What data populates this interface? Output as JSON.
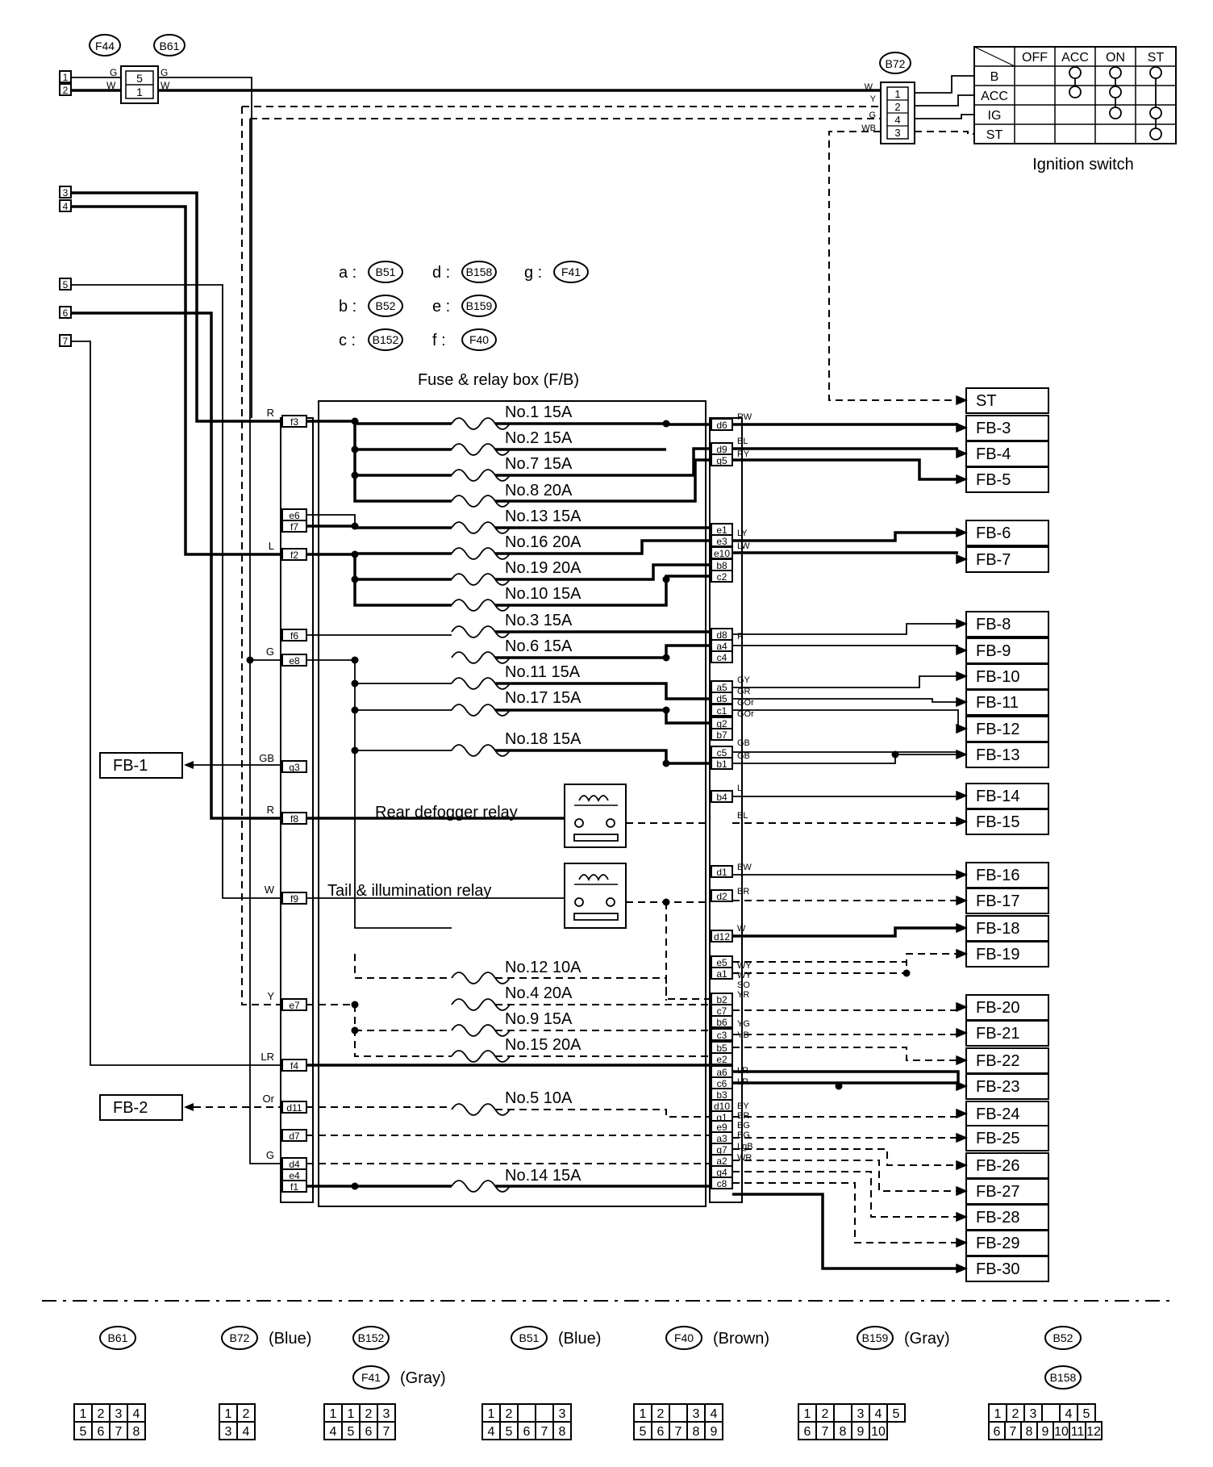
{
  "top_connectors": {
    "f44": "F44",
    "b61": "B61",
    "b72": "B72",
    "plug_pins": [
      "5",
      "1"
    ],
    "ig_pins": [
      "1",
      "2",
      "4",
      "3"
    ],
    "wires_left": [
      "G",
      "W"
    ],
    "wires_right": [
      "G",
      "W"
    ],
    "ig_wires": [
      "W",
      "Y",
      "G",
      "WB"
    ]
  },
  "left_terminals": [
    "1",
    "2",
    "3",
    "4",
    "5",
    "6",
    "7"
  ],
  "ignition_switch": {
    "title": "Ignition switch",
    "columns": [
      "OFF",
      "ACC",
      "ON",
      "ST"
    ],
    "rows": [
      "B",
      "ACC",
      "IG",
      "ST"
    ]
  },
  "legend": [
    {
      "key": "a :",
      "conn": "B51"
    },
    {
      "key": "b :",
      "conn": "B52"
    },
    {
      "key": "c :",
      "conn": "B152"
    },
    {
      "key": "d :",
      "conn": "B158"
    },
    {
      "key": "e :",
      "conn": "B159"
    },
    {
      "key": "f :",
      "conn": "F40"
    },
    {
      "key": "g :",
      "conn": "F41"
    }
  ],
  "fb_title": "Fuse & relay box (F/B)",
  "fuses": [
    "No.1 15A",
    "No.2 15A",
    "No.7 15A",
    "No.8 20A",
    "No.13 15A",
    "No.16 20A",
    "No.19 20A",
    "No.10 15A",
    "No.3 15A",
    "No.6 15A",
    "No.11 15A",
    "No.17 15A",
    "No.18 15A",
    "No.12 10A",
    "No.4 20A",
    "No.9 15A",
    "No.15 20A",
    "No.5 10A",
    "No.14 15A"
  ],
  "relays": [
    "Rear defogger relay",
    "Tail & illumination relay"
  ],
  "left_pins": [
    "f3",
    "e6",
    "f7",
    "f2",
    "f6",
    "e8",
    "g3",
    "f8",
    "f9",
    "e7",
    "f4",
    "d11",
    "d7",
    "d4",
    "e4",
    "f1"
  ],
  "left_wires": [
    "R",
    "L",
    "G",
    "GB",
    "R",
    "W",
    "Y",
    "LR",
    "Or",
    "G"
  ],
  "right_pins": [
    "d6",
    "d9",
    "g5",
    "e1",
    "e3",
    "e10",
    "b8",
    "c2",
    "d8",
    "a4",
    "c4",
    "a5",
    "d5",
    "c1",
    "g2",
    "b7",
    "c5",
    "b1",
    "b4",
    "d1",
    "d2",
    "d12",
    "e5",
    "a1",
    "b2",
    "c7",
    "b6",
    "c3",
    "b5",
    "e2",
    "a6",
    "c6",
    "b3",
    "d10",
    "g1",
    "e9",
    "a3",
    "g7",
    "a2",
    "g4",
    "c8"
  ],
  "right_wires": [
    "RW",
    "BL",
    "RY",
    "LY",
    "LW",
    "R",
    "GY",
    "GR",
    "GOr",
    "GOr",
    "GB",
    "GB",
    "L",
    "BL",
    "BW",
    "BR",
    "W",
    "WY",
    "WY",
    "SO",
    "YR",
    "YG",
    "YB",
    "LR",
    "LR",
    "BY",
    "BR",
    "BG",
    "BG",
    "LgB",
    "WR"
  ],
  "outputs": [
    "ST",
    "FB-3",
    "FB-4",
    "FB-5",
    "FB-6",
    "FB-7",
    "FB-8",
    "FB-9",
    "FB-10",
    "FB-11",
    "FB-12",
    "FB-13",
    "FB-14",
    "FB-15",
    "FB-16",
    "FB-17",
    "FB-18",
    "FB-19",
    "FB-20",
    "FB-21",
    "FB-22",
    "FB-23",
    "FB-24",
    "FB-25",
    "FB-26",
    "FB-27",
    "FB-28",
    "FB-29",
    "FB-30"
  ],
  "left_outputs": [
    "FB-1",
    "FB-2"
  ],
  "connector_key": [
    {
      "code": "B61",
      "color": "",
      "pins": [
        "1",
        "2",
        "3",
        "4",
        "5",
        "6",
        "7",
        "8"
      ]
    },
    {
      "code": "B72",
      "color": "(Blue)",
      "pins": [
        "1",
        "2",
        "3",
        "4"
      ]
    },
    {
      "code": "B152",
      "color": "",
      "pins": [
        "1",
        "1",
        "2",
        "3",
        "4",
        "5",
        "6",
        "7"
      ]
    },
    {
      "code": "F41",
      "color": "(Gray)",
      "pins": []
    },
    {
      "code": "B51",
      "color": "(Blue)",
      "pins": [
        "1",
        "2",
        "3",
        "4",
        "5",
        "6",
        "7",
        "8"
      ]
    },
    {
      "code": "F40",
      "color": "(Brown)",
      "pins": [
        "1",
        "2",
        "3",
        "4",
        "5",
        "6",
        "7",
        "8",
        "9"
      ]
    },
    {
      "code": "B159",
      "color": "(Gray)",
      "pins": [
        "1",
        "2",
        "3",
        "4",
        "5",
        "6",
        "7",
        "8",
        "9",
        "10"
      ]
    },
    {
      "code": "B52",
      "color": "",
      "pins": [
        "1",
        "2",
        "3",
        "4",
        "5",
        "6",
        "7",
        "8",
        "9",
        "10",
        "11",
        "12"
      ]
    },
    {
      "code": "B158",
      "color": "",
      "pins": []
    }
  ]
}
